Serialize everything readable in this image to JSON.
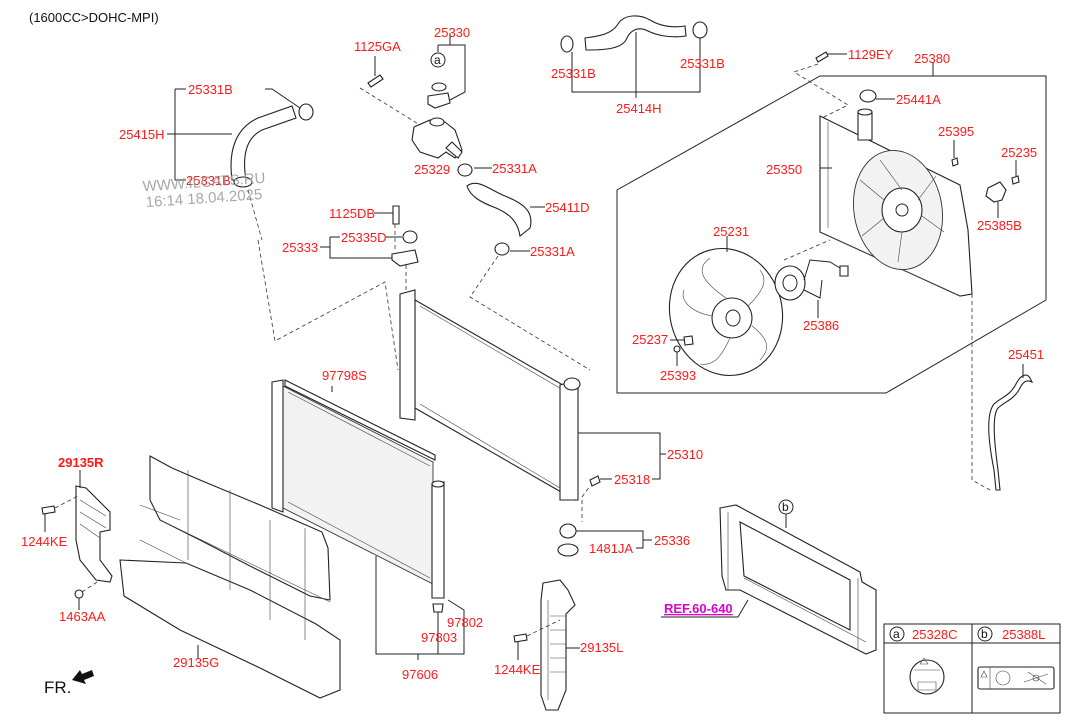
{
  "header": {
    "engine_note": "(1600CC>DOHC-MPI)"
  },
  "watermark": {
    "line1": "WWW.ILCATS.RU",
    "line2": "16:14 18.04.2025"
  },
  "direction": {
    "label": "FR."
  },
  "reference": {
    "label": "REF.60-640"
  },
  "labels": {
    "l_1125GA": "1125GA",
    "l_25330": "25330",
    "l_25331B_top_left": "25331B",
    "l_25415H": "25415H",
    "l_25331B_mid_left": "25331B",
    "l_25329": "25329",
    "l_25331A_upper": "25331A",
    "l_25411D": "25411D",
    "l_1125DB": "1125DB",
    "l_25335D": "25335D",
    "l_25333": "25333",
    "l_25331A_lower": "25331A",
    "l_25331B_hose_left": "25331B",
    "l_25331B_hose_right": "25331B",
    "l_25414H": "25414H",
    "l_1129EY": "1129EY",
    "l_25380": "25380",
    "l_25441A": "25441A",
    "l_25395": "25395",
    "l_25235": "25235",
    "l_25350": "25350",
    "l_25385B": "25385B",
    "l_25231": "25231",
    "l_25386": "25386",
    "l_25237": "25237",
    "l_25393": "25393",
    "l_25451": "25451",
    "l_97798S": "97798S",
    "l_25310": "25310",
    "l_25318": "25318",
    "l_29135R": "29135R",
    "l_1244KE_left": "1244KE",
    "l_1463AA": "1463AA",
    "l_25336": "25336",
    "l_1481JA": "1481JA",
    "l_97802": "97802",
    "l_97803": "97803",
    "l_97606": "97606",
    "l_29135G": "29135G",
    "l_1244KE_right": "1244KE",
    "l_29135L": "29135L"
  },
  "callouts": {
    "a": "a",
    "b": "b"
  },
  "legend": {
    "items": [
      {
        "marker": "a",
        "part_no": "25328C"
      },
      {
        "marker": "b",
        "part_no": "25388L"
      }
    ]
  },
  "colors": {
    "part_label": "#ff1a1a",
    "reference_link": "#e000c8",
    "line": "#222222"
  }
}
